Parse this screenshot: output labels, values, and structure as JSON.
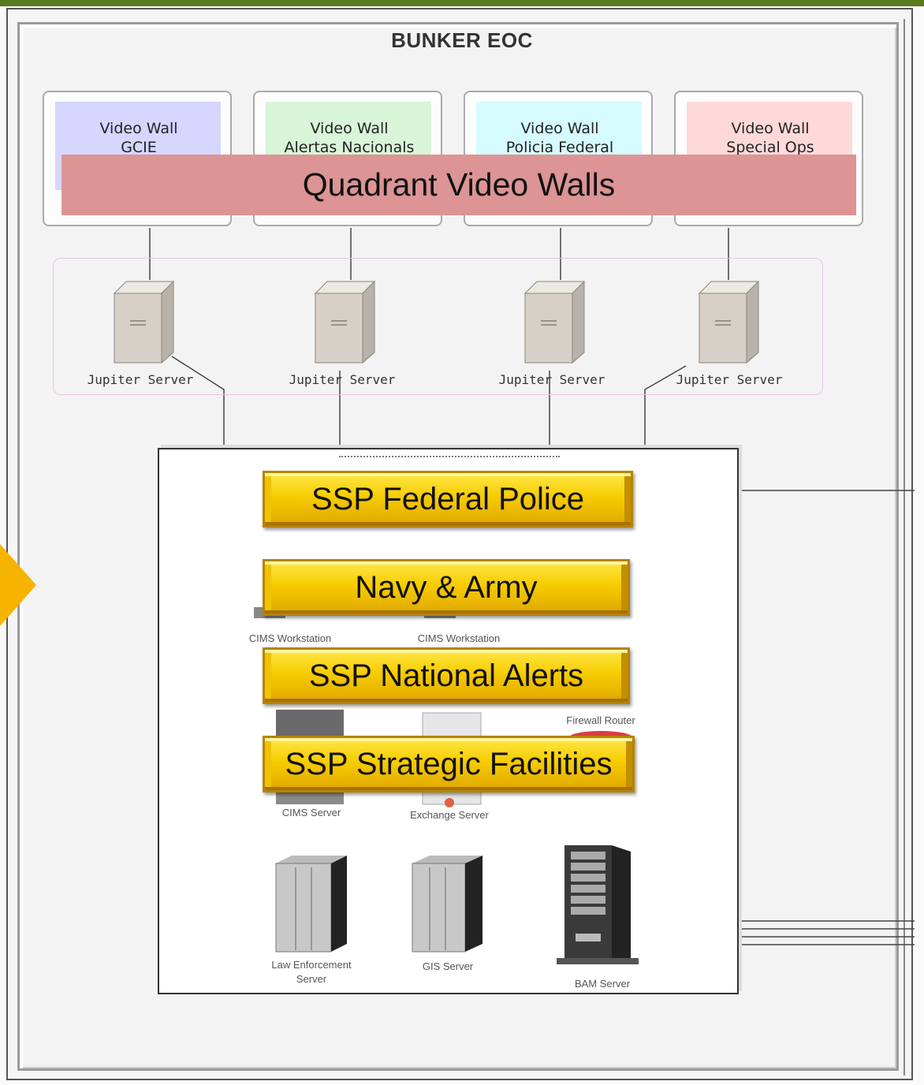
{
  "title": "BUNKER EOC",
  "video_walls": [
    {
      "line1": "Video Wall",
      "line2": "GCIE",
      "color": "#d6d6ff"
    },
    {
      "line1": "Video Wall",
      "line2": "Alertas Nacionals",
      "color": "#d8f5d8"
    },
    {
      "line1": "Video Wall",
      "line2": "Policia Federal",
      "color": "#d6fbff"
    },
    {
      "line1": "Video Wall",
      "line2": "Special Ops",
      "color": "#ffd9d9"
    }
  ],
  "banner": "Quadrant Video Walls",
  "servers": [
    "Jupiter Server",
    "Jupiter Server",
    "Jupiter Server",
    "Jupiter Server"
  ],
  "agency_buttons": [
    "SSP Federal Police",
    "Navy & Army",
    "SSP National Alerts",
    "SSP Strategic Facilities"
  ],
  "devices": {
    "workstation_1": "CIMS Workstation",
    "workstation_2": "CIMS Workstation",
    "firewall": "Firewall Router",
    "cims_server": "CIMS Server",
    "exchange_server": "Exchange Server",
    "law_server_line1": "Law Enforcement",
    "law_server_line2": "Server",
    "gis_server": "GIS Server",
    "bam_server": "BAM Server"
  },
  "colors": {
    "banner": "#dc9494",
    "gold": "#f7cc00",
    "pointer": "#f6b400",
    "top_bar": "#5a7a1e"
  }
}
